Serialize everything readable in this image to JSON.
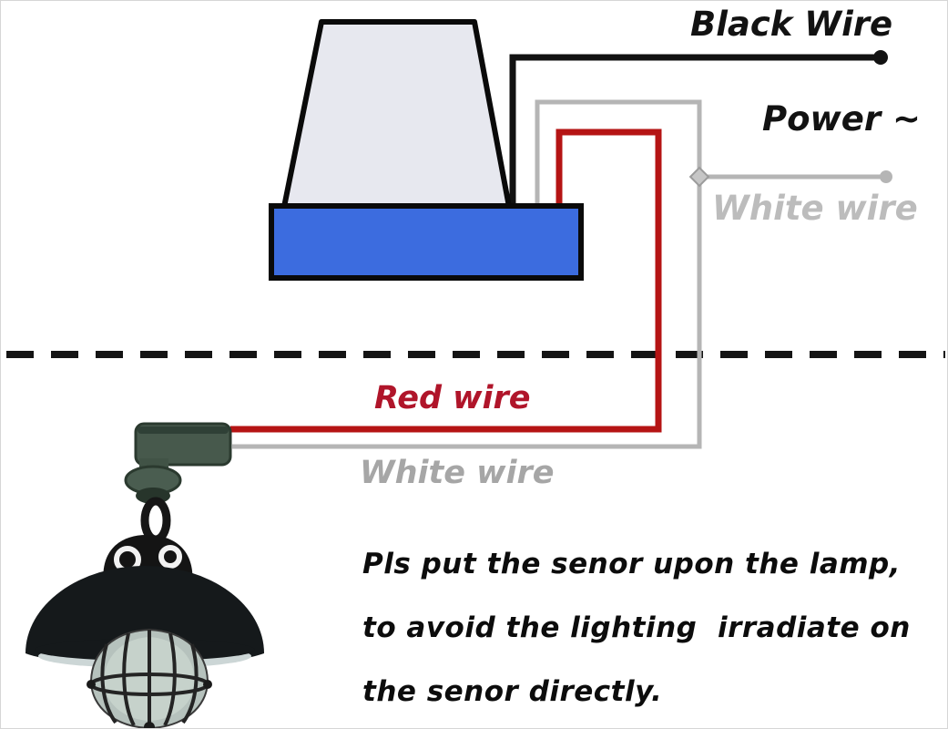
{
  "diagram": {
    "description": "Photocell dusk-to-dawn sensor wiring diagram with pendant lamp",
    "labels": {
      "black_wire": "Black Wire",
      "power": "Power ~",
      "white_wire_top": "White wire",
      "red_wire": "Red wire",
      "white_wire_bottom": "White wire"
    },
    "caption": {
      "lines": [
        "Pls put the senor upon the lamp,",
        "to avoid the lighting  irradiate on",
        "the senor directly."
      ]
    },
    "components": {
      "sensor": "photocell-sensor",
      "lamp": "pendant-caged-lamp"
    }
  },
  "colors": {
    "wire_black": "#121212",
    "wire_gray": "#b5b5b5",
    "wire_red": "#b51414",
    "label_red": "#b0152a",
    "label_gray": "#a6a6a6",
    "label_gray_light": "#bcbcbc",
    "sensor_base_blue": "#3c6cdf",
    "sensor_body_fill": "#e7e8ef",
    "outline_black": "#0a0a0a"
  }
}
